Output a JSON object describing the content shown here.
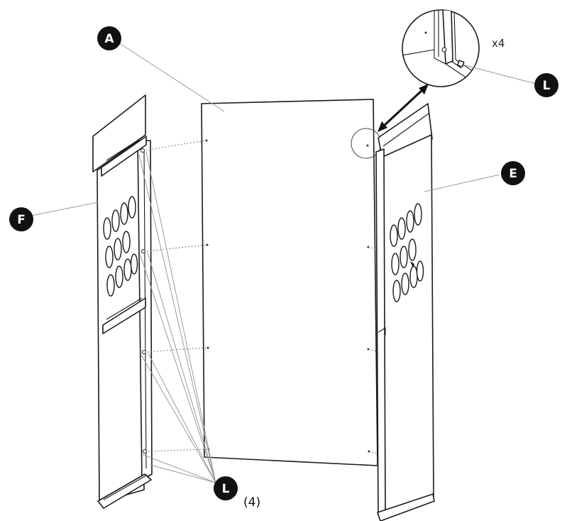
{
  "callouts": {
    "a": "A",
    "e": "E",
    "f": "F",
    "l_detail": "L",
    "l_bottom": "L"
  },
  "detail_quantity": "x4",
  "bottom_quantity": "(4)",
  "colors": {
    "callout_fill": "#111111",
    "line": "#1a1a1a",
    "leader": "#9a9a9a"
  }
}
